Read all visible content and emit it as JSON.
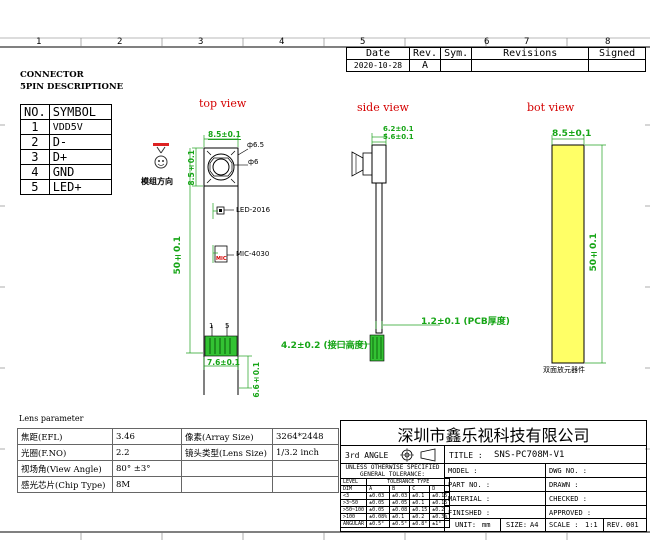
{
  "columns": [
    "1",
    "2",
    "3",
    "4",
    "5",
    "6",
    "7",
    "8"
  ],
  "revision_table": {
    "headers": [
      "Date",
      "Rev.",
      "Sym.",
      "Revisions",
      "Signed"
    ],
    "row": [
      "2020-10-28",
      "A",
      "",
      "",
      ""
    ]
  },
  "connector": {
    "title": "CONNECTOR",
    "subtitle": "5PIN DESCRIPTIONE"
  },
  "pins": {
    "headers": [
      "NO.",
      "SYMBOL"
    ],
    "rows": [
      [
        "1",
        "VDD5V"
      ],
      [
        "2",
        "D-"
      ],
      [
        "3",
        "D+"
      ],
      [
        "4",
        "GND"
      ],
      [
        "5",
        "LED+"
      ]
    ]
  },
  "views": {
    "top": "top view",
    "side": "side view",
    "bot": "bot view"
  },
  "module_direction": "模组方向",
  "dims": {
    "top_width": "8.5±0.1",
    "top_lens_height": "8.5±0.1",
    "phi_outer": "ф6.5",
    "phi_inner": "ф6",
    "length": "50±0.1",
    "bottom_width": "7.6±0.1",
    "bottom_height": "6.6±0.1",
    "side_top1": "6.2±0.1",
    "side_top2": "5.6±0.1",
    "pcb": "1.2±0.1 (PCB厚度)",
    "connector_height": "4.2±0.2 (接口高度)",
    "bot_width": "8.5±0.1",
    "bot_length": "50±0.1"
  },
  "labels": {
    "led": "LED-2016",
    "mic": "MIC-4030",
    "mic_chip": "MIC",
    "pin_first": "1",
    "pin_last": "5",
    "dual_side": "双面放元器件"
  },
  "lens": {
    "title": "Lens parameter",
    "rows": [
      [
        "焦距(EFL)",
        "3.46",
        "像素(Array Size)",
        "3264*2448"
      ],
      [
        "光圈(F.NO)",
        "2.2",
        "镜头类型(Lens Size)",
        "1/3.2 inch"
      ],
      [
        "视场角(View Angle)",
        "80° ±3°",
        "",
        ""
      ],
      [
        "感光芯片(Chip Type)",
        "8M",
        "",
        ""
      ]
    ]
  },
  "company": "深圳市鑫乐视科技有限公司",
  "titleblock": {
    "angle": "3rd ANGLE",
    "title_label": "TITLE :",
    "title": "SNS-PC708M-V1",
    "tol_note1": "UNLESS OTHERWISE SPECIFIED",
    "tol_note2": "GENERAL TOLERANCE:",
    "tol_head": [
      "LEVEL",
      "TOLERANCE TYPE"
    ],
    "tol_cols": [
      "DIM",
      "A",
      "B",
      "C",
      "D"
    ],
    "tol_rows": [
      [
        "<3",
        "±0.03",
        "±0.03",
        "±0.1",
        "±0.15"
      ],
      [
        ">3~50",
        "±0.05",
        "±0.05",
        "±0.1",
        "±0.15"
      ],
      [
        ">50~100",
        "±0.05",
        "±0.08",
        "±0.15",
        "±0.2"
      ],
      [
        ">100",
        "±0.08%",
        "±0.1",
        "±0.2",
        "±0.3%"
      ],
      [
        "ANGULAR",
        "±0.5°",
        "±0.5°",
        "±0.8°",
        "±1°"
      ]
    ],
    "model": "MODEL :",
    "part_no": "PART NO. :",
    "material": "MATERIAL :",
    "finished": "FINISHED :",
    "dwg_no": "DWG NO. :",
    "drawn": "DRAWN :",
    "checked": "CHECKED :",
    "approved": "APPROVED :",
    "unit_label": "UNIT:",
    "unit": "mm",
    "size_label": "SIZE:",
    "size": "A4",
    "scale_label": "SCALE :",
    "scale": "1:1",
    "rev_label": "REV.",
    "rev": "001"
  }
}
